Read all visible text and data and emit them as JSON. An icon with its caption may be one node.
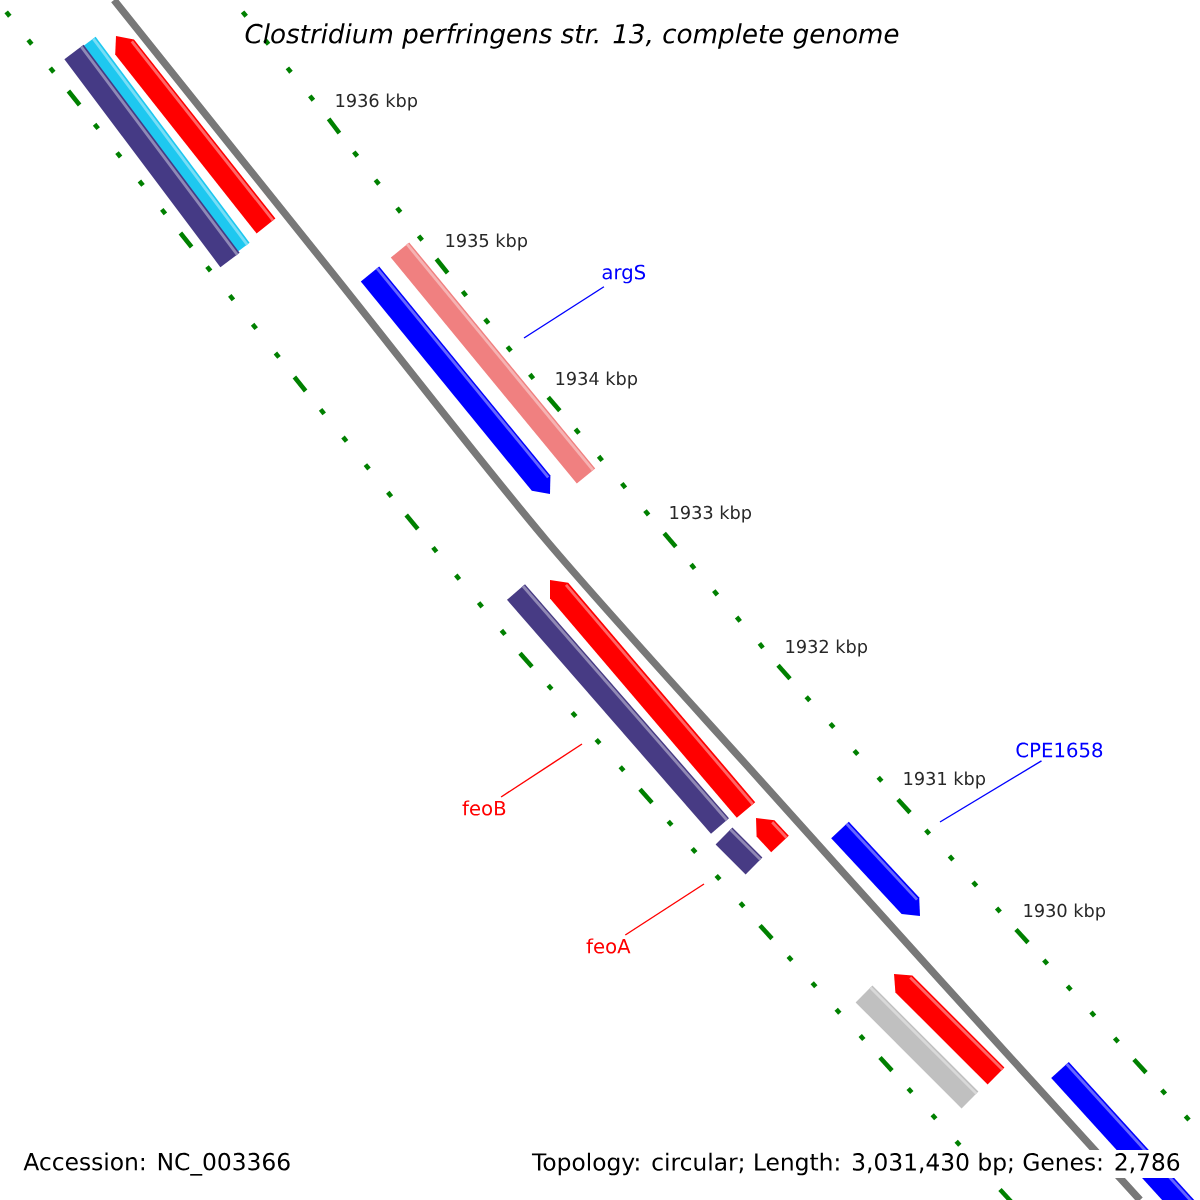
{
  "diagram": {
    "title": "Clostridium perfringens str. 13, complete genome",
    "nodes": [
      {
        "text": [
          "argS"
        ]
      },
      {
        "text": [
          "CPE1658"
        ]
      },
      {
        "text": [
          "feoB"
        ]
      },
      {
        "text": [
          "feoA"
        ]
      }
    ],
    "edges": [
      {
        "from": 0,
        "to": null,
        "arrow": "none",
        "color": "#0000ff"
      },
      {
        "from": 1,
        "to": null,
        "arrow": "none",
        "color": "#0000ff"
      },
      {
        "from": 2,
        "to": null,
        "arrow": "none",
        "color": "#ff0000"
      },
      {
        "from": 3,
        "to": null,
        "arrow": "none",
        "color": "#ff0000"
      }
    ],
    "labels": [
      "1936 kbp",
      "1935 kbp",
      "1934 kbp",
      "1933 kbp",
      "1932 kbp",
      "1931 kbp",
      "1930 kbp",
      "Accession: NC_003366",
      "Topology: circular; Length: 3,031,430 bp; Genes: 2,786"
    ]
  }
}
